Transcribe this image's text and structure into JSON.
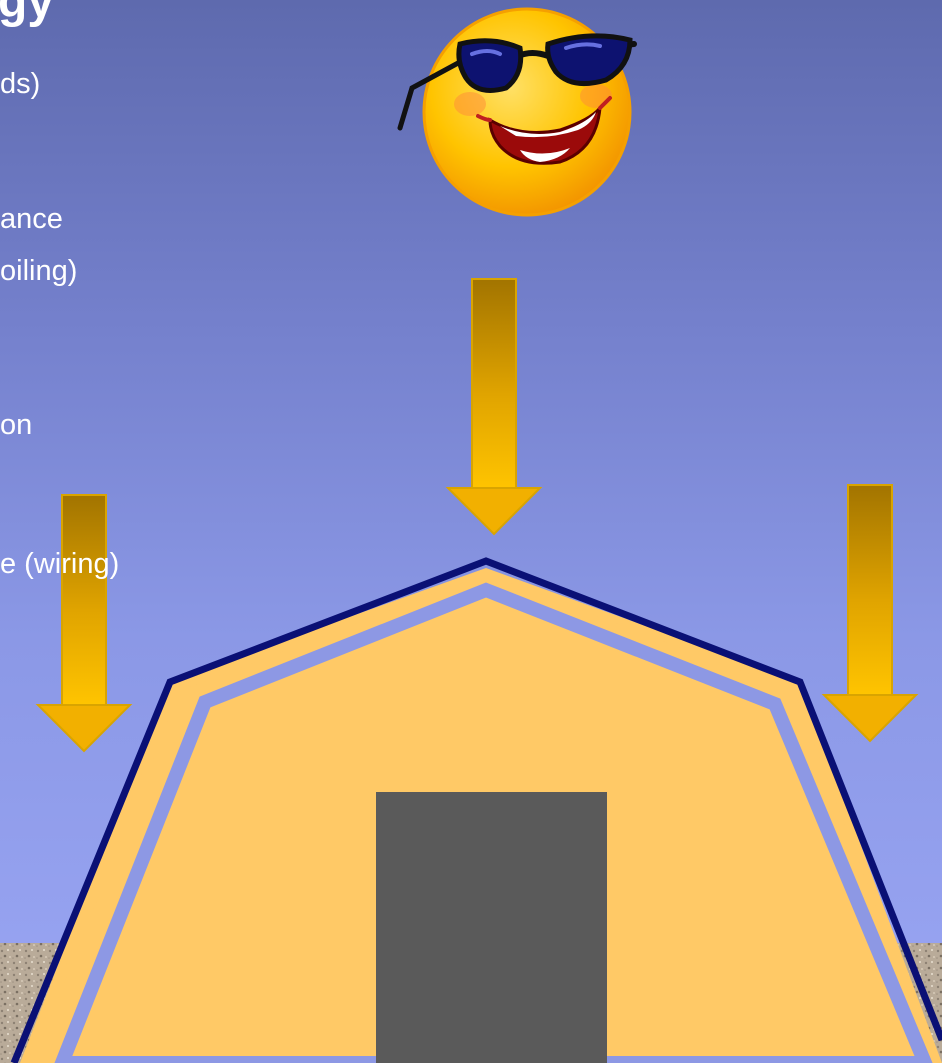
{
  "slide": {
    "heading_fragment": "gy",
    "bullet_fragments": [
      "ds)",
      "ance",
      "oiling)",
      "on",
      "e (wiring)"
    ]
  },
  "colors": {
    "sky_top": "#5e6aae",
    "sky_bottom": "#9aa6f4",
    "building_fill": "#ffc966",
    "roof_outline": "#0a1075",
    "door": "#5a5a5a",
    "arrow_gold": "#f2b000",
    "ground": "#b8aa98"
  },
  "icons": [
    "smiling-sun-with-sunglasses-icon",
    "solar-arrow-icon"
  ]
}
